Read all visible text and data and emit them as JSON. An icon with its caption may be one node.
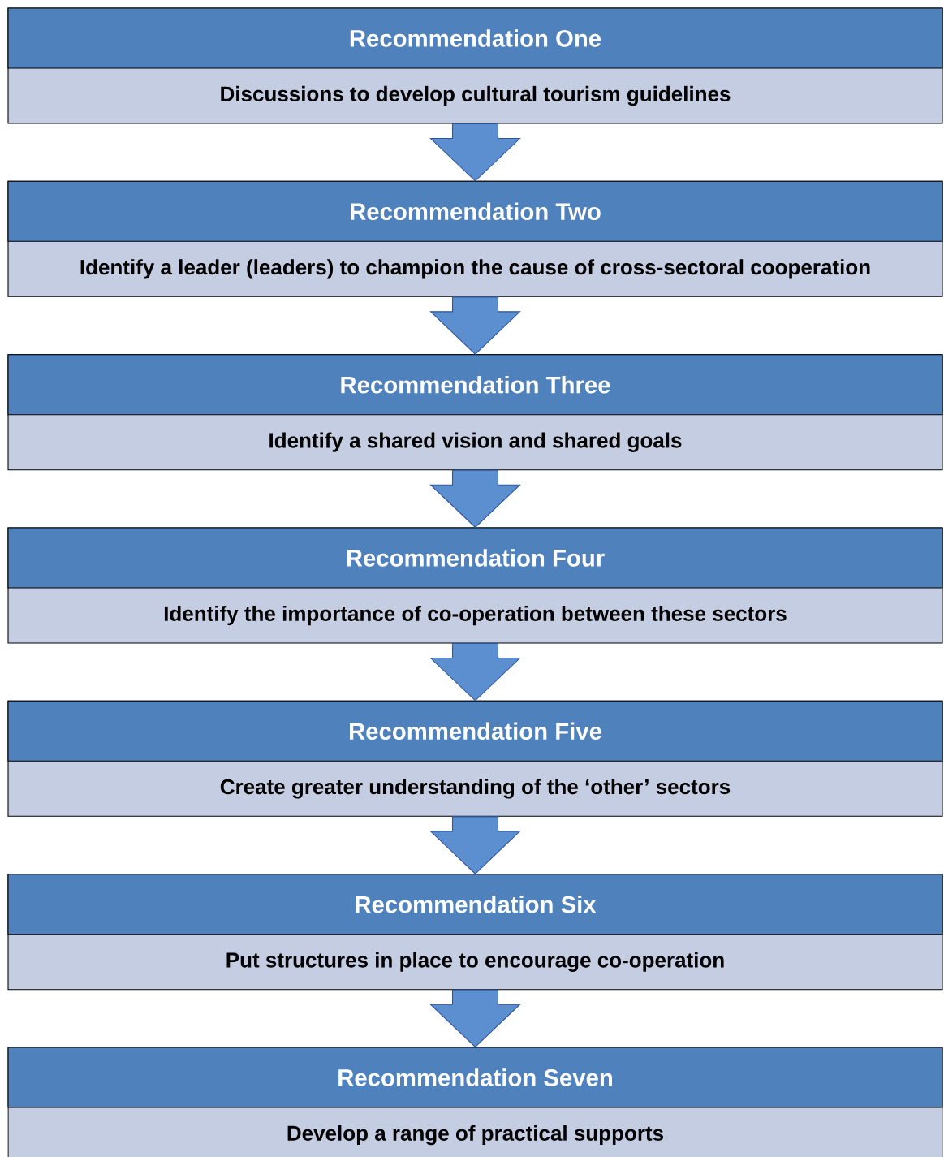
{
  "diagram": {
    "nodes": [
      {
        "text": [
          "Recommendation One",
          "Discussions to develop cultural tourism guidelines"
        ]
      },
      {
        "text": [
          "Recommendation Two",
          "Identify a leader (leaders) to champion the cause of cross-sectoral cooperation"
        ]
      },
      {
        "text": [
          "Recommendation Three",
          "Identify a shared vision and shared goals"
        ]
      },
      {
        "text": [
          "Recommendation Four",
          "Identify the importance of co-operation between these sectors"
        ]
      },
      {
        "text": [
          "Recommendation Five",
          "Create greater understanding of the ‘other’ sectors"
        ]
      },
      {
        "text": [
          "Recommendation Six",
          "Put structures in place to encourage co-operation"
        ]
      },
      {
        "text": [
          "Recommendation Seven",
          "Develop a range of practical supports"
        ]
      }
    ],
    "edges": [
      {
        "from": 0,
        "to": 1,
        "arrow": "to"
      },
      {
        "from": 1,
        "to": 2,
        "arrow": "to"
      },
      {
        "from": 2,
        "to": 3,
        "arrow": "to"
      },
      {
        "from": 3,
        "to": 4,
        "arrow": "to"
      },
      {
        "from": 4,
        "to": 5,
        "arrow": "to"
      },
      {
        "from": 5,
        "to": 6,
        "arrow": "to"
      }
    ]
  }
}
